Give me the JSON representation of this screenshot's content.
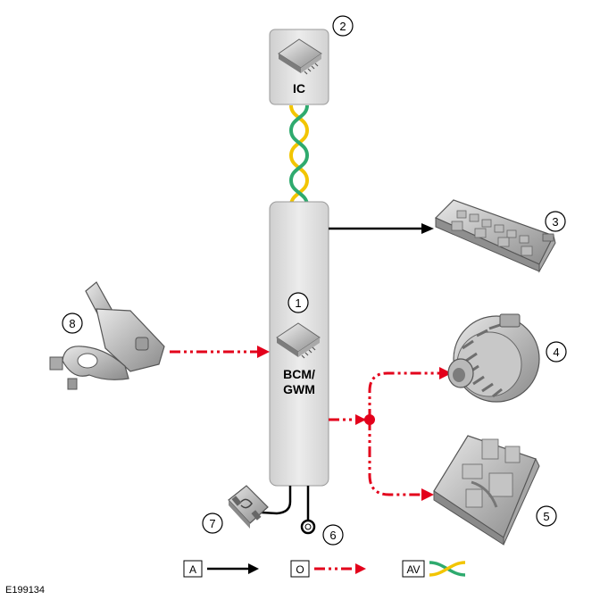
{
  "modules": {
    "ic": {
      "label": "IC",
      "callout": "2"
    },
    "bcm": {
      "label_line1": "BCM/",
      "label_line2": "GWM",
      "callout": "1"
    },
    "fuse_box": {
      "callout": "3"
    },
    "generator": {
      "callout": "4"
    },
    "dcdc_unit": {
      "callout": "5"
    },
    "ground": {
      "callout": "6"
    },
    "fuse": {
      "callout": "7"
    },
    "battery_sensor": {
      "callout": "8"
    }
  },
  "legend": {
    "a": {
      "label": "A"
    },
    "o": {
      "label": "O"
    },
    "av": {
      "label": "AV"
    }
  },
  "figure_code": "E199134",
  "colors": {
    "hardwire": "#000000",
    "lin": "#e3001b",
    "can_green": "#2eaa6e",
    "can_yellow": "#f2c500",
    "module_fill": "#dcdcdc"
  }
}
